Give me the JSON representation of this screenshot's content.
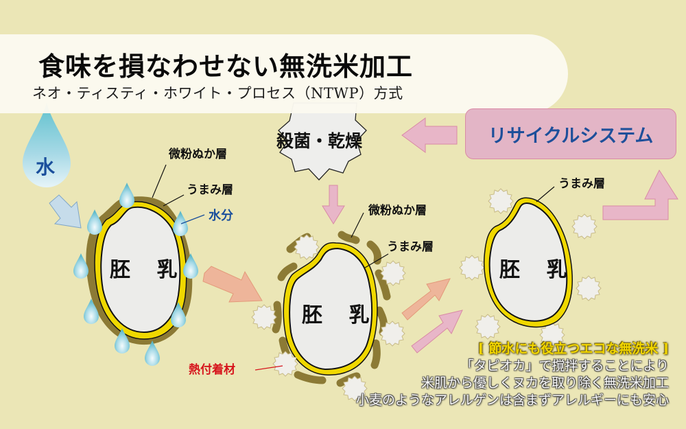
{
  "header": {
    "title": "食味を損なわせない無洗米加工",
    "subtitle": "ネオ・ティスティ・ホワイト・プロセス（NTWP）方式"
  },
  "water_drop": {
    "label": "水"
  },
  "grain_1": {
    "core_label": "胚 乳",
    "labels": {
      "bran": "微粉ぬか層",
      "umami": "うまみ層",
      "moisture": "水分"
    }
  },
  "grain_2": {
    "core_label": "胚 乳",
    "labels": {
      "bran": "微粉ぬか層",
      "umami": "うまみ層",
      "heat_material": "熱付着材"
    }
  },
  "grain_3": {
    "core_label": "胚 乳",
    "labels": {
      "umami": "うまみ層"
    }
  },
  "process": {
    "sterilize": "殺菌・乾燥",
    "recycle": "リサイクルシステム"
  },
  "eco_note": {
    "title": "[ 節水にも役立つエコな無洗米 ]",
    "lines": [
      "「タピオカ」で撹拌することにより",
      "米肌から優しくヌカを取り除く無洗米加工",
      "小麦のようなアレルゲンは含まずアレルギーにも安心"
    ]
  },
  "colors": {
    "background": "#ebe6b6",
    "banner": "#fbf9f0",
    "bran_layer": "#8c7a35",
    "umami_layer": "#f0d800",
    "endosperm": "#ececea",
    "pink_arrow": "#e8b6c8",
    "salmon_arrow": "#eeb59a",
    "recycle_text": "#1d4f9a",
    "water_label": "#1a4f9c",
    "heat_label": "#d6141c",
    "eco_title": "#f2d600"
  }
}
